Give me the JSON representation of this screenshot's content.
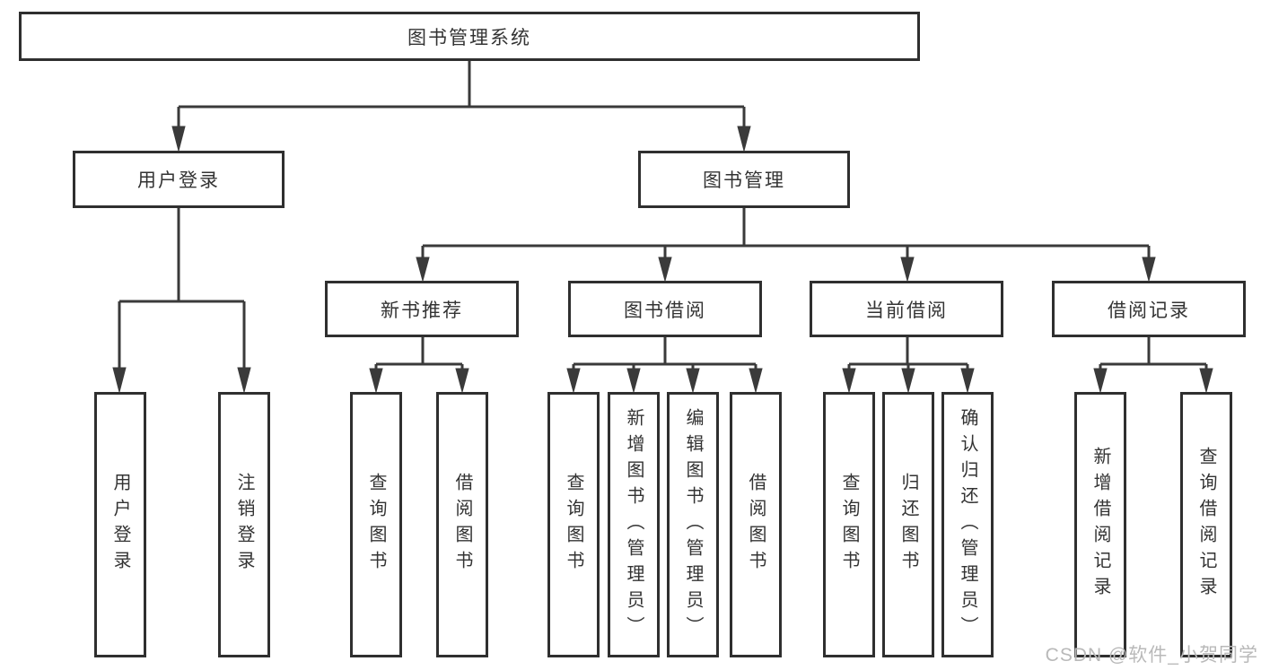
{
  "colors": {
    "background": "#ffffff",
    "box_border": "#2f2f2f",
    "connector_line": "#3a3a3a",
    "text": "#333333",
    "watermark": "#b9b9b9"
  },
  "tree": {
    "root": {
      "label": "图书管理系统",
      "children": [
        {
          "label": "用户登录",
          "children": [
            {
              "label": "用户登录"
            },
            {
              "label": "注销登录"
            }
          ]
        },
        {
          "label": "图书管理",
          "children": [
            {
              "label": "新书推荐",
              "children": [
                {
                  "label": "查询图书"
                },
                {
                  "label": "借阅图书"
                }
              ]
            },
            {
              "label": "图书借阅",
              "children": [
                {
                  "label": "查询图书"
                },
                {
                  "label": "新增图书（管理员）"
                },
                {
                  "label": "编辑图书（管理员）"
                },
                {
                  "label": "借阅图书"
                }
              ]
            },
            {
              "label": "当前借阅",
              "children": [
                {
                  "label": "查询图书"
                },
                {
                  "label": "归还图书"
                },
                {
                  "label": "确认归还（管理员）"
                }
              ]
            },
            {
              "label": "借阅记录",
              "children": [
                {
                  "label": "新增借阅记录"
                },
                {
                  "label": "查询借阅记录"
                }
              ]
            }
          ]
        }
      ]
    }
  },
  "watermark": {
    "text": "CSDN @软件_小贺同学"
  }
}
